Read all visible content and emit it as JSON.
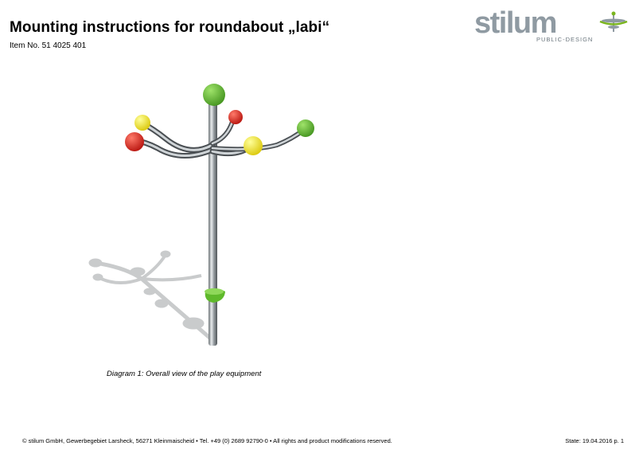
{
  "header": {
    "title": "Mounting instructions for roundabout „labi“",
    "item_no": "Item No. 51 4025 401"
  },
  "logo": {
    "wordmark": "stilum",
    "tagline": "PUBLIC-DESIGN",
    "brand_color": "#8f9aa2",
    "accent_color": "#7ab51d"
  },
  "figure": {
    "ball_colors": {
      "green": "#5fb92b",
      "yellow": "#f4e400",
      "red": "#e0160f"
    },
    "caption": "Diagram 1: Overall view of the play equipment"
  },
  "footer": {
    "company": "©  stilum GmbH, Gewerbegebiet Larsheck, 56271 Kleinmaischeid  •  Tel. +49 (0) 2689 92790-0  •  All rights and product modifications reserved.",
    "state": "State: 19.04.2016 p. 1"
  }
}
